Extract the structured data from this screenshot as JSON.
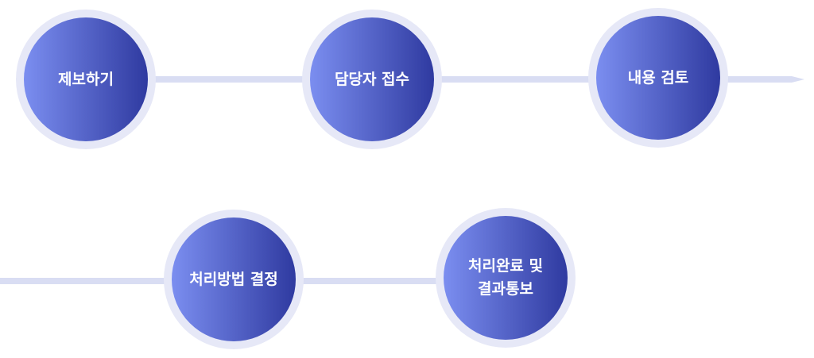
{
  "colors": {
    "line": "#d9ddf3",
    "ring": "#e6e8f7",
    "circle_gradient_start": "#7b8ef0",
    "circle_gradient_end": "#2f3aa0",
    "label": "#ffffff"
  },
  "steps": [
    {
      "label": "제보하기"
    },
    {
      "label": "담당자 접수"
    },
    {
      "label": "내용 검토"
    },
    {
      "label": "처리방법 결정"
    },
    {
      "label": "처리완료 및\n결과통보"
    }
  ]
}
